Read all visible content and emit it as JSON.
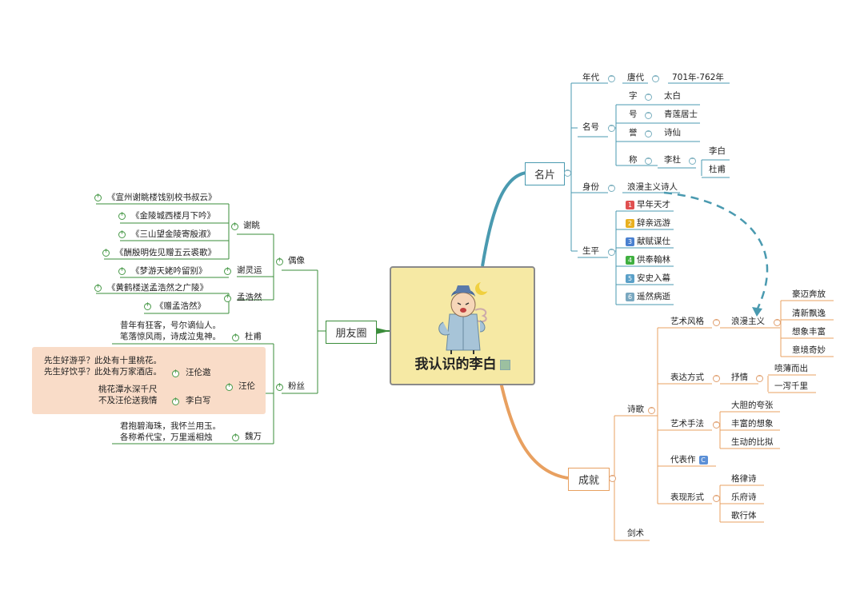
{
  "center": {
    "title": "我认识的李白"
  },
  "mingpian": {
    "label": "名片",
    "niandai": {
      "label": "年代",
      "dynasty": "唐代",
      "years": "701年-762年"
    },
    "minghao": {
      "label": "名号",
      "zi": {
        "label": "字",
        "value": "太白"
      },
      "hao": {
        "label": "号",
        "value": "青莲居士"
      },
      "yu": {
        "label": "誉",
        "value": "诗仙"
      },
      "cheng": {
        "label": "称",
        "value": "李杜",
        "members": [
          "李白",
          "杜甫"
        ]
      }
    },
    "shenfen": {
      "label": "身份",
      "value": "浪漫主义诗人"
    },
    "shengping": {
      "label": "生平",
      "items": [
        {
          "num": "1",
          "text": "早年天才",
          "color": "#e05050"
        },
        {
          "num": "2",
          "text": "辞亲远游",
          "color": "#e8b020"
        },
        {
          "num": "3",
          "text": "献赋谋仕",
          "color": "#4a80d0"
        },
        {
          "num": "4",
          "text": "供奉翰林",
          "color": "#40b040"
        },
        {
          "num": "5",
          "text": "安史入幕",
          "color": "#5aa0c8"
        },
        {
          "num": "6",
          "text": "遥然病逝",
          "color": "#7aa8c0"
        }
      ]
    }
  },
  "chengjiu": {
    "label": "成就",
    "shige": {
      "label": "诗歌",
      "fengge": {
        "label": "艺术风格",
        "sub": "浪漫主义",
        "items": [
          "豪迈奔放",
          "清新飘逸",
          "想象丰富",
          "意境奇妙"
        ]
      },
      "biaoda": {
        "label": "表达方式",
        "sub": "抒情",
        "items": [
          "喷薄而出",
          "一泻千里"
        ]
      },
      "shoufa": {
        "label": "艺术手法",
        "items": [
          "大胆的夸张",
          "丰富的想象",
          "生动的比拟"
        ]
      },
      "daibiao": {
        "label": "代表作",
        "icon": "C"
      },
      "xingshi": {
        "label": "表现形式",
        "items": [
          "格律诗",
          "乐府诗",
          "歌行体"
        ]
      }
    },
    "jianshu": {
      "label": "剑术"
    }
  },
  "pengyou": {
    "label": "朋友圈",
    "ouxiang": {
      "label": "偶像",
      "xietiao": {
        "label": "谢眺",
        "works": [
          "《宣州谢眺楼饯别校书叔云》",
          "《金陵城西楼月下吟》",
          "《三山望金陵寄殷淑》",
          "《酬殷明佐见赠五云裘歌》"
        ]
      },
      "xielingyun": {
        "label": "谢灵运",
        "works": [
          "《梦游天姥吟留别》"
        ]
      },
      "menghaoran": {
        "label": "孟浩然",
        "works": [
          "《黄鹤楼送孟浩然之广陵》",
          "《赠孟浩然》"
        ]
      }
    },
    "fensi": {
      "label": "粉丝",
      "dufu": {
        "label": "杜甫",
        "quote": [
          "昔年有狂客，号尔谪仙人。",
          "笔落惊风雨，诗成泣鬼神。"
        ]
      },
      "wanglun": {
        "label": "汪伦",
        "yao": {
          "label": "汪伦邀",
          "quote": [
            "先生好游乎？此处有十里桃花。",
            "先生好饮乎？此处有万家酒店。"
          ]
        },
        "xie": {
          "label": "李白写",
          "quote": [
            "桃花潭水深千尺",
            "不及汪伦送我情"
          ]
        }
      },
      "weiwan": {
        "label": "魏万",
        "quote": [
          "君抱碧海珠，我怀兰用玉。",
          "各称希代宝，万里遥相烛"
        ]
      }
    }
  }
}
